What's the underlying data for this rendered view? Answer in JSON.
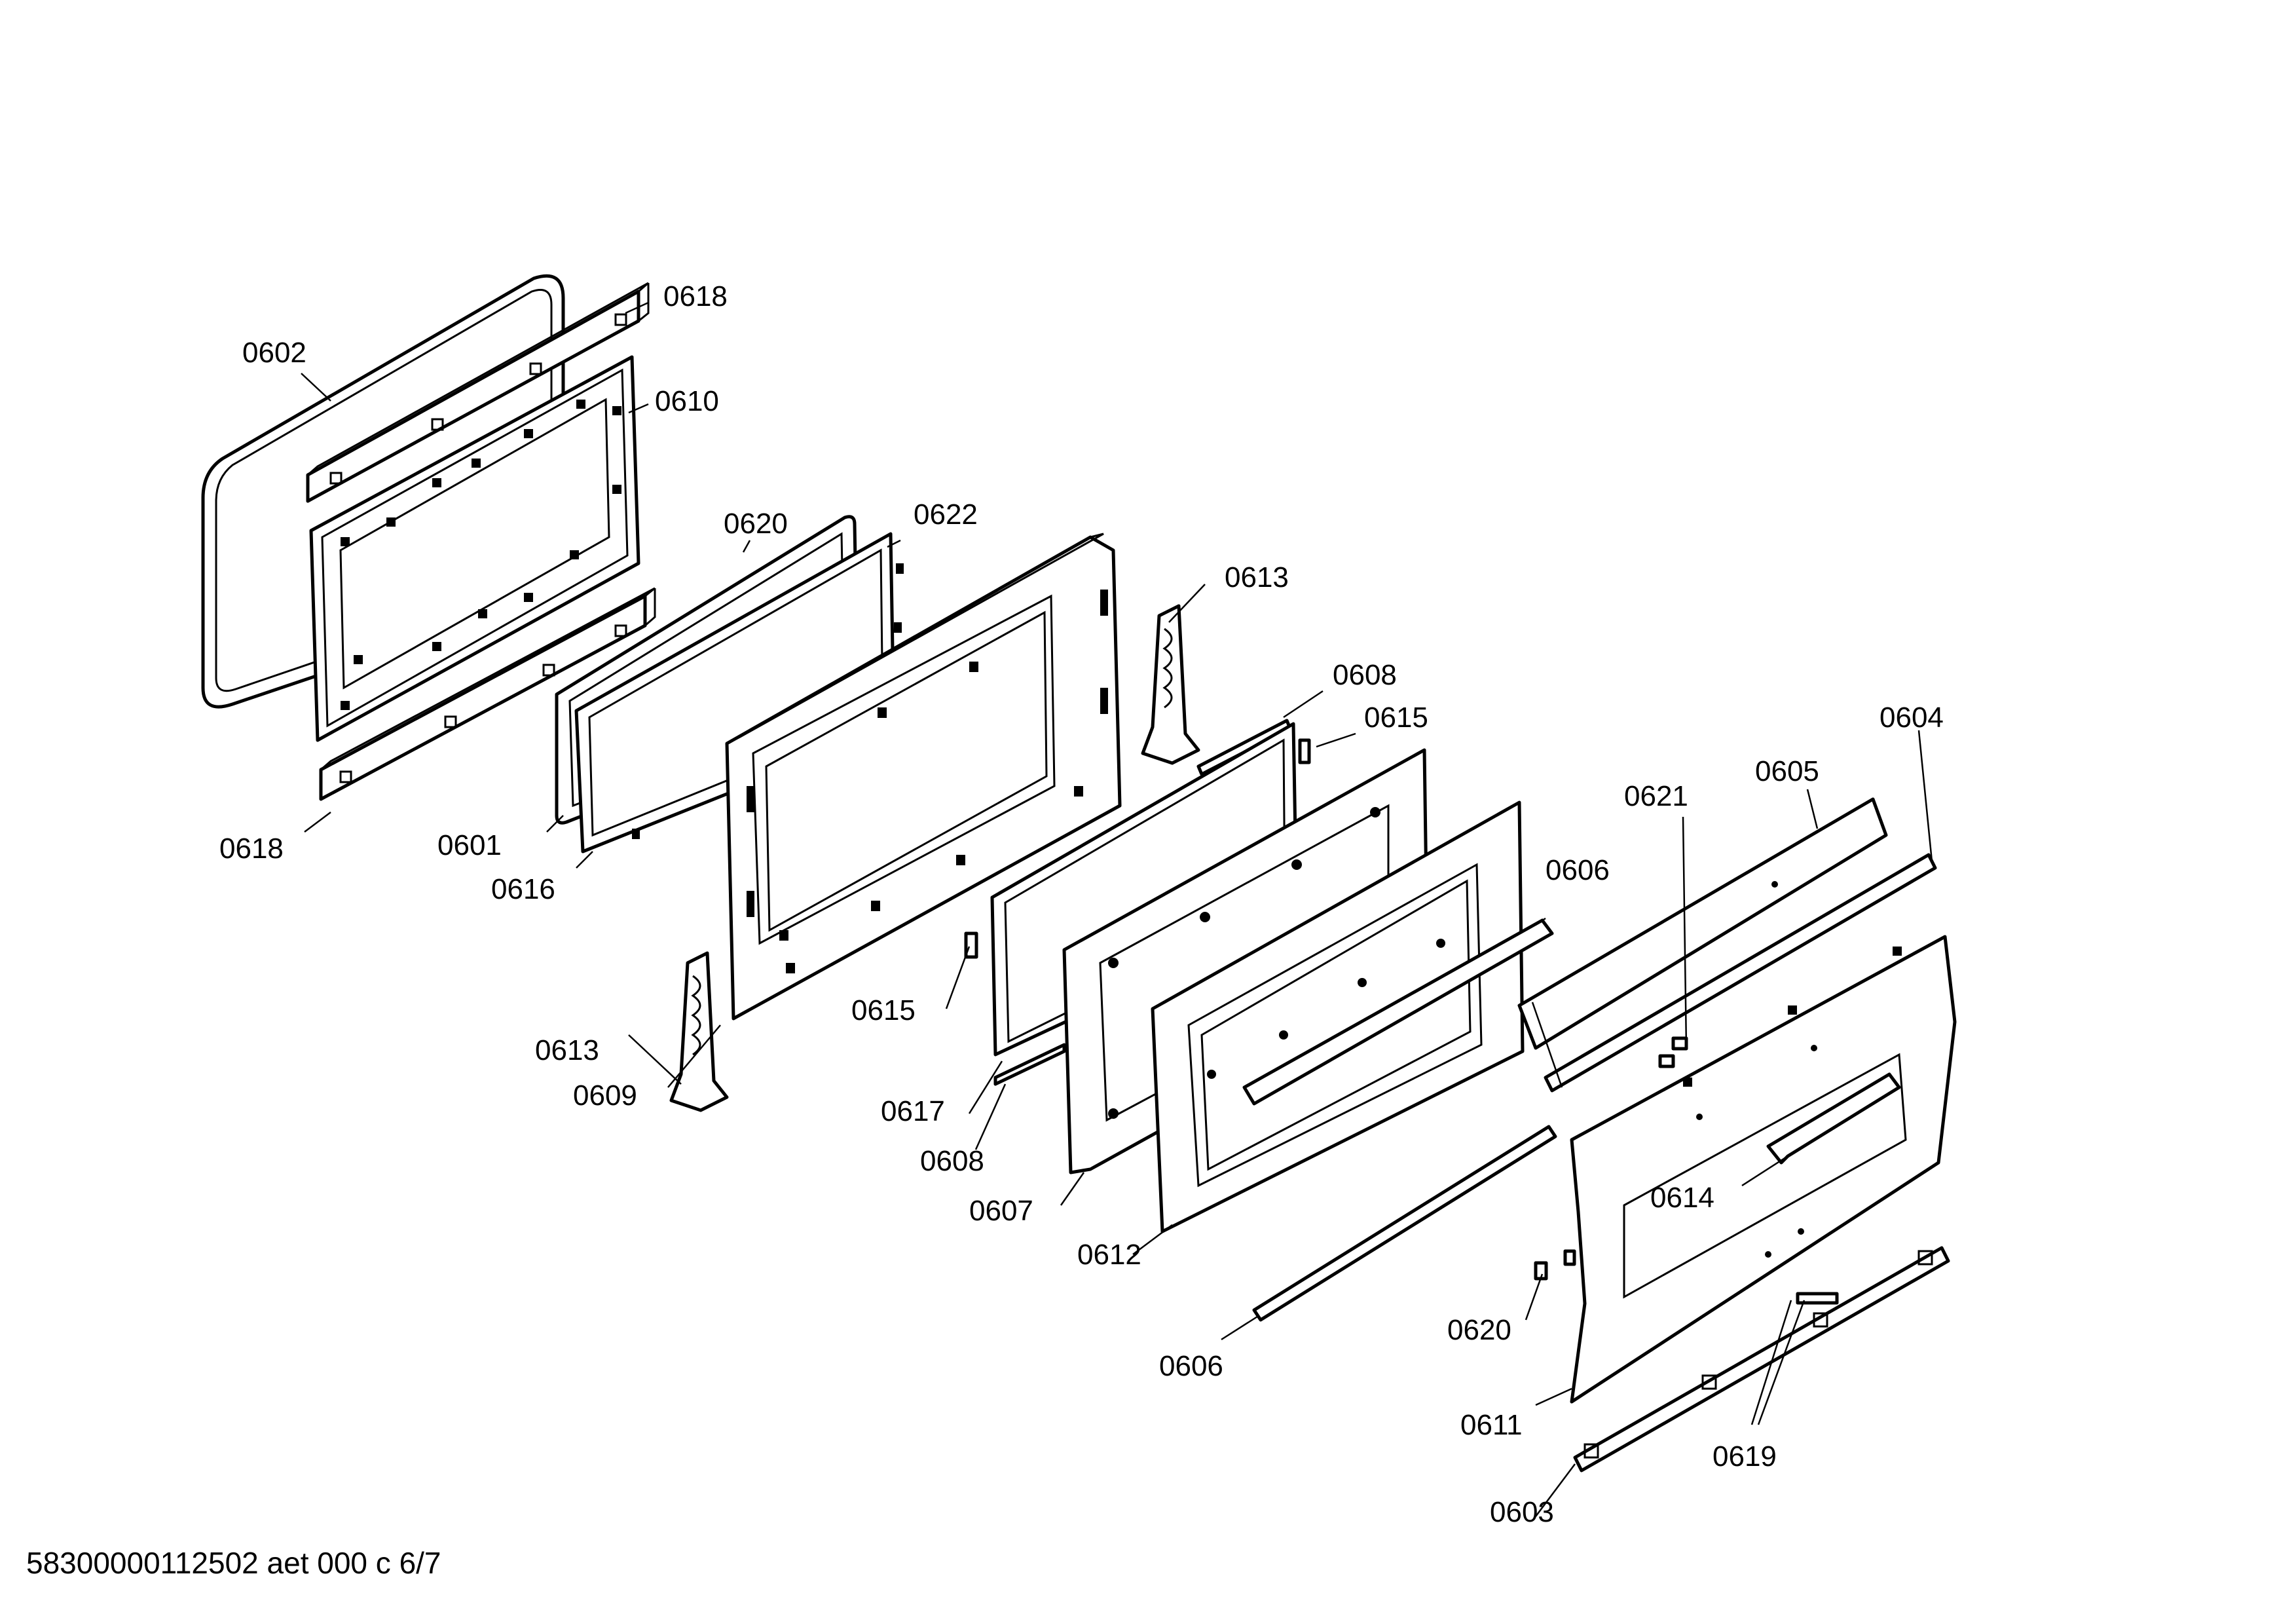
{
  "footer": "58300000112502 aet 000 c 6/7",
  "callouts": {
    "c0602": "0602",
    "c0618a": "0618",
    "c0610": "0610",
    "c0618b": "0618",
    "c0620a": "0620",
    "c0622": "0622",
    "c0601": "0601",
    "c0616": "0616",
    "c0613a": "0613",
    "c0608a": "0608",
    "c0615a": "0615",
    "c0604": "0604",
    "c0605": "0605",
    "c0621": "0621",
    "c0606a": "0606",
    "c0613b": "0613",
    "c0609": "0609",
    "c0615b": "0615",
    "c0617": "0617",
    "c0608b": "0608",
    "c0607": "0607",
    "c0612": "0612",
    "c0614": "0614",
    "c0606b": "0606",
    "c0620b": "0620",
    "c0611": "0611",
    "c0619": "0619",
    "c0603": "0603"
  }
}
